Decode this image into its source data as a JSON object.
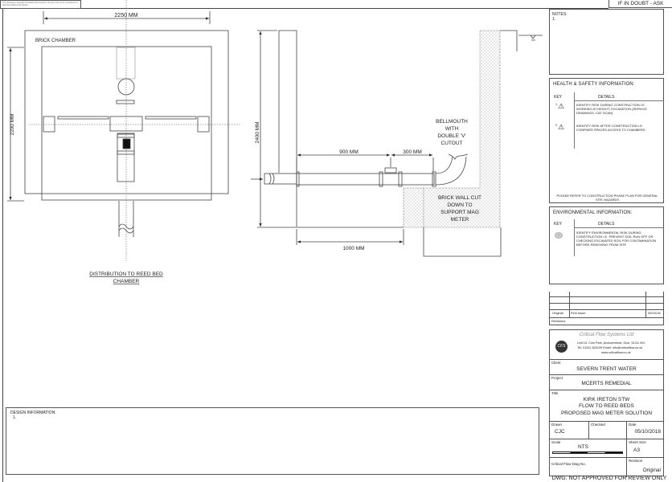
{
  "header": {
    "copyright_note": "This drawing is copyright of Critical Flow Systems Ltd and must not be reproduced or disclosed without permission",
    "warning": "IF IN DOUBT - ASK"
  },
  "plan_view": {
    "width_dim": "2250 MM",
    "height_dim": "2200 MM",
    "chamber_label": "BRICK CHAMBER",
    "caption_line1": "DISTRIBUTION TO REED BED",
    "caption_line2": "CHAMBER"
  },
  "section_view": {
    "height_dim": "2400 MM",
    "dim_900": "900 MM",
    "dim_300": "300 MM",
    "dim_1000": "1000 MM",
    "bellmouth_label": [
      "BELLMOUTH",
      "WITH",
      "DOUBLE 'V'",
      "CUTOUT"
    ],
    "brick_wall_label": [
      "BRICK WALL CUT",
      "DOWN TO",
      "SUPPORT MAG",
      "METER"
    ]
  },
  "notes": {
    "title": "NOTES:",
    "items": [
      "1."
    ]
  },
  "health_safety": {
    "title": "HEALTH & SAFETY INFORMATION:",
    "key_header": "KEY",
    "details_header": "DETAILS",
    "items": [
      {
        "key": "1.",
        "text": "IDENTIFY RISK DURING CONSTRUCTION I.E. WORKING AT HEIGHT, EXCAVATION (SERVICE DRAWINGS, CAT SCAN)"
      },
      {
        "key": "2.",
        "text": "IDENTIFY RISK AFTER CONSTRUCTION I.E. CONFINED SPACES ACCESS TO CHAMBERS."
      }
    ],
    "footer": "PLEASE REFER TO CONSTRUCTION PHASE PLAN FOR GENERAL SITE HAZARDS"
  },
  "environmental": {
    "title": "ENVIRONMENTAL INFORMATION:",
    "key_header": "KEY",
    "details_header": "DETAILS",
    "items": [
      {
        "key": "1",
        "text": "IDENTIFY ENVIRONMENTAL RISK DURING CONSTRUCTION I.E. PREVENT SOIL RUN OFF OR CHECKING EXCAVATED SOIL FOR CONTAMINATION BEFORE REMOVING FROM SITE"
      }
    ]
  },
  "revisions": {
    "rows": [
      {
        "rev": "Original",
        "desc": "First Issue",
        "date": "05/10/18"
      }
    ],
    "label": "Revisions"
  },
  "title_block": {
    "company": "Critical Flow Systems Ltd",
    "address": "Unit 15, Coin Park, Andoversford, Glos. GL54 4HJ",
    "contact": "Tel: 01242 820199 Email: info@criticalflow.co.uk",
    "website": "www.criticalflow.co.uk",
    "logo_text": "CFS",
    "client_label": "Client",
    "client": "SEVERN TRENT WATER",
    "project_label": "Project",
    "project": "MCERTS REMEDIAL",
    "title_label": "Title",
    "title_lines": [
      "KIRK IRETON STW",
      "FLOW TO REED BEDS",
      "PROPOSED MAG METER SOLUTION"
    ],
    "drawn_label": "Drawn",
    "drawn": "CJC",
    "checked_label": "Checked",
    "checked": "",
    "date_label": "Date",
    "date": "05/10/2018",
    "scale_label": "Scale",
    "scale": "NTS",
    "sheet_size_label": "Sheet Size",
    "sheet_size": "A3",
    "dwg_no_label": "Critical Flow Dwg No.",
    "revision_label": "Revision",
    "revision": "Original"
  },
  "design_info": {
    "title": "DESIGN INFORMATION:",
    "items": [
      "1."
    ]
  },
  "footer": {
    "status": "DWG. NOT APPROVED FOR REVIEW ONLY"
  }
}
